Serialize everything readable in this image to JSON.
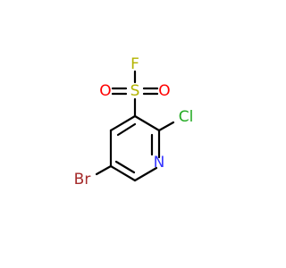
{
  "molecule": {
    "atoms": {
      "fluorine": "F",
      "sulfur": "S",
      "oxygen_left": "O",
      "oxygen_right": "O",
      "chlorine": "Cl",
      "nitrogen": "N",
      "bromine": "Br"
    },
    "colors": {
      "bond": "#000000",
      "fluorine": "#b3b300",
      "sulfur": "#b3b300",
      "oxygen": "#ff0000",
      "chlorine": "#22aa22",
      "nitrogen": "#3333ff",
      "bromine": "#a52a2a"
    }
  }
}
